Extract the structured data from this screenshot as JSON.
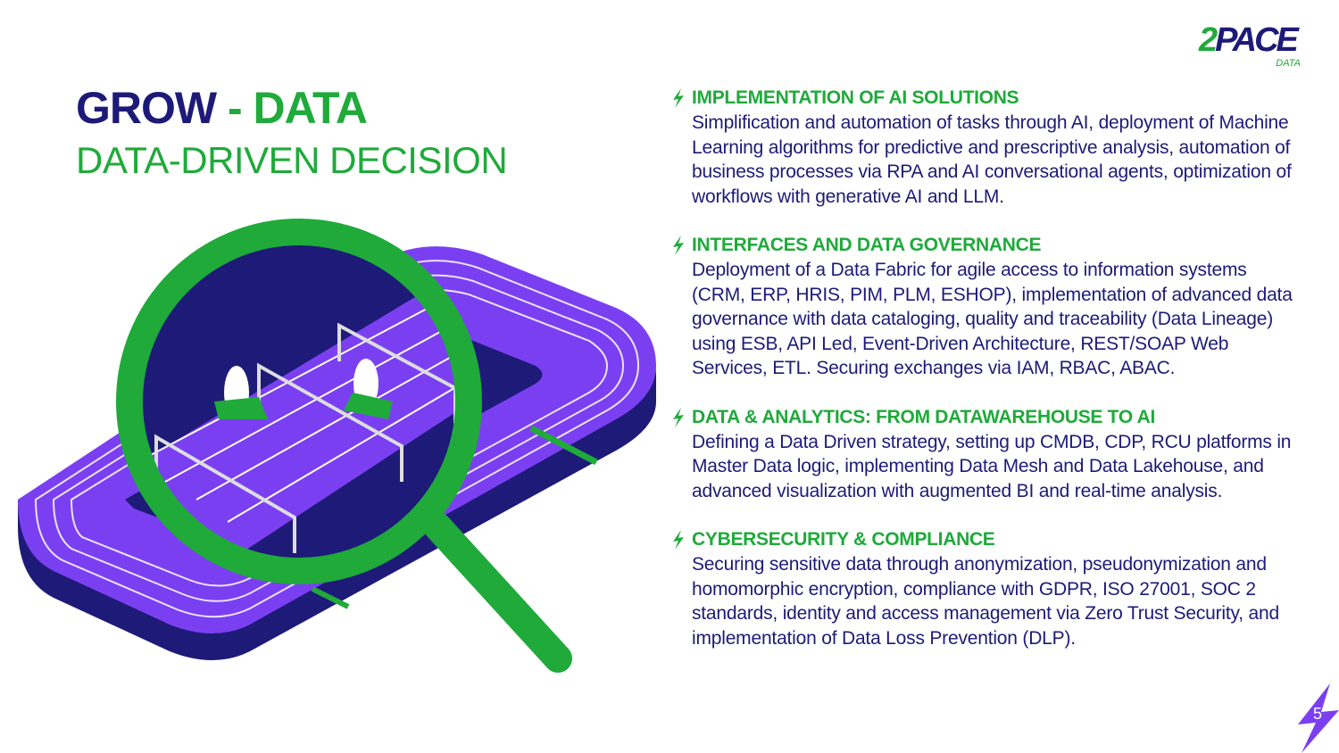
{
  "header": {
    "title_part1": "GROW",
    "title_sep": " - ",
    "title_part2": "DATA",
    "subtitle": "DATA-DRIVEN DECISION"
  },
  "logo": {
    "brand_a": "2",
    "brand_b": "PACE",
    "sub": "DATA"
  },
  "sections": [
    {
      "icon": "lightning-icon",
      "title": "IMPLEMENTATION OF AI SOLUTIONS",
      "body": "Simplification and automation of tasks through AI, deployment of Machine Learning algorithms for predictive and prescriptive analysis, automation of business processes via RPA and AI conversational agents, optimization of workflows with generative AI and LLM."
    },
    {
      "icon": "lightning-icon",
      "title": "INTERFACES AND DATA GOVERNANCE",
      "body": "Deployment of a Data Fabric for agile access to information systems (CRM, ERP, HRIS, PIM, PLM, ESHOP), implementation of advanced data governance with data cataloging, quality and traceability (Data Lineage) using ESB, API Led, Event-Driven Architecture, REST/SOAP Web Services, ETL. Securing exchanges via IAM, RBAC, ABAC."
    },
    {
      "icon": "lightning-icon",
      "title": "DATA & ANALYTICS: FROM DATAWAREHOUSE TO AI",
      "body": "Defining a Data Driven strategy, setting up CMDB, CDP, RCU platforms in Master Data logic, implementing Data Mesh and Data Lakehouse, and advanced visualization with augmented BI and real-time analysis."
    },
    {
      "icon": "lightning-icon",
      "title": "CYBERSECURITY & COMPLIANCE",
      "body": "Securing sensitive data through anonymization, pseudonymization and homomorphic encryption, compliance with GDPR, ISO 27001, SOC 2 standards, identity and access management via Zero Trust Security, and implementation of Data Loss Prevention (DLP)."
    }
  ],
  "page_number": "5",
  "colors": {
    "navy": "#1e1a78",
    "green": "#1faa3a",
    "purple": "#7b3ff2"
  }
}
